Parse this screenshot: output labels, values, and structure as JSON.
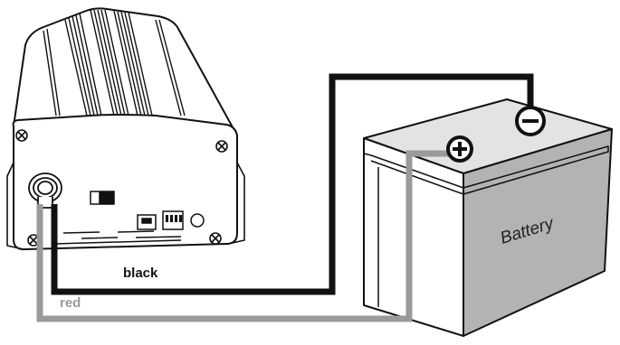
{
  "wires": {
    "black": {
      "label": "black",
      "color": "#111111"
    },
    "red": {
      "label": "red",
      "color": "#9a9a9a"
    }
  },
  "battery": {
    "label": "Battery",
    "positive_terminal_icon": "plus-circle-icon",
    "negative_terminal_icon": "minus-circle-icon"
  },
  "device": {
    "name_icon": "inverter-charger-device",
    "features": [
      "screw-icon",
      "toggle-switch-icon",
      "rj45-port-icon",
      "dip-switch-icon",
      "led-indicator-icon",
      "cable-gland-icon"
    ]
  }
}
